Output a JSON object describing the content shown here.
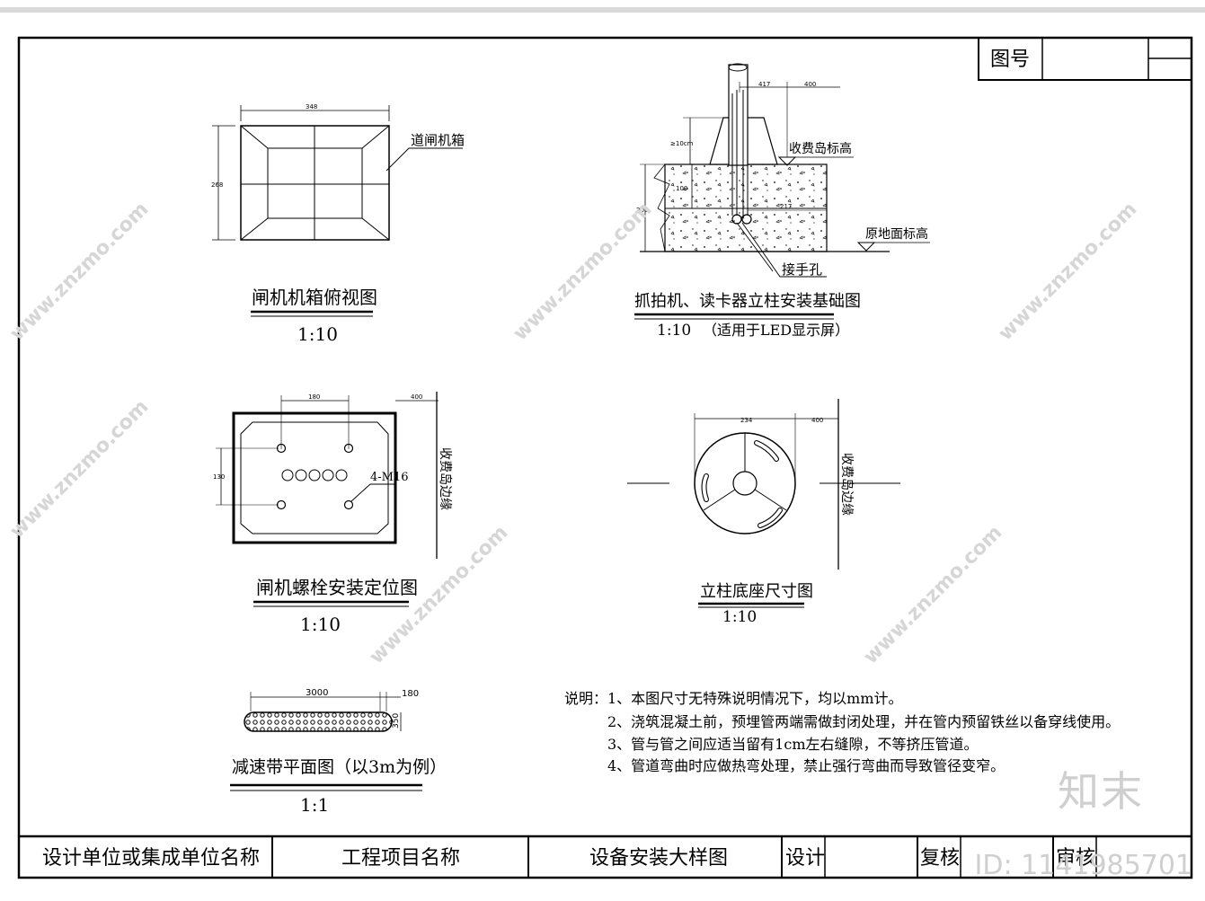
{
  "frame": {
    "drawing_no_label": "图号"
  },
  "views": {
    "box_top": {
      "title": "闸机机箱俯视图",
      "scale": "1:10",
      "dim_width": "348",
      "dim_height": "268",
      "leader": "道闸机箱"
    },
    "foundation": {
      "title": "抓拍机、读卡器立柱安装基础图",
      "scale": "1:10",
      "note": "（适用于LED显示屏）",
      "dim_top1": "417",
      "dim_top2": "400",
      "dim_ge": "≥10cm",
      "dim_100": "100",
      "dim_200": "200",
      "dim_217": "217",
      "label_island": "收费岛标高",
      "label_ground": "原地面标高",
      "label_hole": "接手孔"
    },
    "bolt": {
      "title": "闸机螺栓安装定位图",
      "scale": "1:10",
      "dim_180": "180",
      "dim_400": "400",
      "dim_130": "130",
      "label_bolts": "4-M16",
      "label_edge": "收费岛边缘"
    },
    "base": {
      "title": "立柱底座尺寸图",
      "scale": "1:10",
      "dim_234": "234",
      "dim_400": "400",
      "label_edge": "收费岛边缘"
    },
    "bump": {
      "title": "减速带平面图（以3m为例）",
      "scale": "1:1",
      "dim_3000": "3000",
      "dim_180": "180",
      "dim_350": "350"
    }
  },
  "notes": {
    "prefix": "说明：",
    "items": [
      "1、本图尺寸无特殊说明情况下，均以mm计。",
      "2、浇筑混凝土前，预埋管两端需做封闭处理，并在管内预留铁丝以备穿线使用。",
      "3、管与管之间应适当留有1cm左右缝隙，不等挤压管道。",
      "4、管道弯曲时应做热弯处理，禁止强行弯曲而导致管径变窄。"
    ]
  },
  "title_block": {
    "cells": [
      "设计单位或集成单位名称",
      "工程项目名称",
      "设备安装大样图",
      "设计",
      "复核",
      "审核"
    ]
  },
  "watermark": {
    "site": "www.znzmo.com",
    "logo": "知末",
    "id": "ID: 1141985701"
  }
}
